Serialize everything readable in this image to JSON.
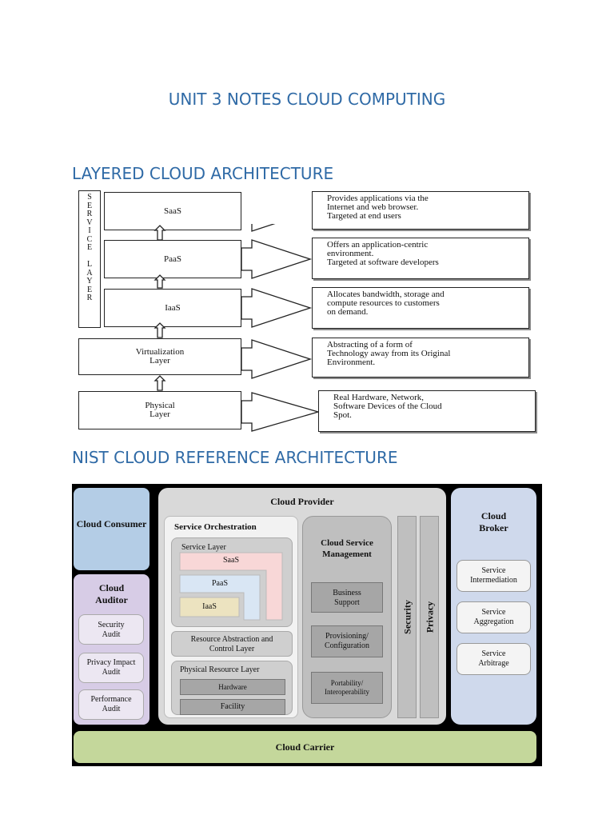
{
  "document": {
    "title": "UNIT 3 NOTES CLOUD COMPUTING",
    "sections": [
      {
        "heading": "LAYERED CLOUD ARCHITECTURE"
      },
      {
        "heading": "NIST CLOUD REFERENCE ARCHITECTURE"
      }
    ]
  },
  "layered": {
    "service_layer_label": [
      "S",
      "E",
      "R",
      "V",
      "I",
      "C",
      "E",
      "",
      "L",
      "A",
      "Y",
      "E",
      "R"
    ],
    "layers": [
      {
        "name": "SaaS",
        "description": [
          "Provides applications via the",
          "Internet and web browser.",
          "Targeted at end users"
        ]
      },
      {
        "name": "PaaS",
        "description": [
          "Offers an application-centric",
          "environment.",
          "Targeted at software developers"
        ]
      },
      {
        "name": "IaaS",
        "description": [
          "Allocates bandwidth, storage and",
          "compute resources to customers",
          "on demand."
        ]
      },
      {
        "name": "Virtualization Layer",
        "name_lines": [
          "Virtualization",
          "Layer"
        ],
        "description": [
          "Abstracting of a form of",
          "Technology away from its Original",
          "Environment."
        ]
      },
      {
        "name": "Physical Layer",
        "name_lines": [
          "Physical",
          "Layer"
        ],
        "description": [
          "Real Hardware, Network,",
          "Software Devices of the Cloud",
          "Spot."
        ]
      }
    ]
  },
  "nist": {
    "consumer": "Cloud Consumer",
    "auditor": {
      "title": "Cloud Auditor",
      "items": [
        "Security Audit",
        "Privacy Impact Audit",
        "Performance Audit"
      ]
    },
    "provider": {
      "title": "Cloud Provider",
      "orchestration": {
        "title": "Service Orchestration",
        "service_layer": "Service Layer",
        "saas": "SaaS",
        "paas": "PaaS",
        "iaas": "IaaS",
        "resource_abstraction": "Resource Abstraction and Control Layer",
        "physical_resource": "Physical Resource Layer",
        "hardware": "Hardware",
        "facility": "Facility"
      },
      "management": {
        "title": "Cloud Service Management",
        "items": [
          "Business Support",
          "Provisioning/ Configuration",
          "Portability/ Interoperability"
        ]
      },
      "security": "Security",
      "privacy": "Privacy"
    },
    "broker": {
      "title": "Cloud Broker",
      "items": [
        "Service Intermediation",
        "Service Aggregation",
        "Service Arbitrage"
      ]
    },
    "carrier": "Cloud Carrier",
    "colors": {
      "consumer": "#b4cde6",
      "auditor": "#d7cce6",
      "provider": "#d9d9d9",
      "carrier": "#c4d79b",
      "broker": "#cfd9ec",
      "saas": "#f8d7d7",
      "paas": "#d9e6f4",
      "iaas": "#ece3c0"
    }
  }
}
